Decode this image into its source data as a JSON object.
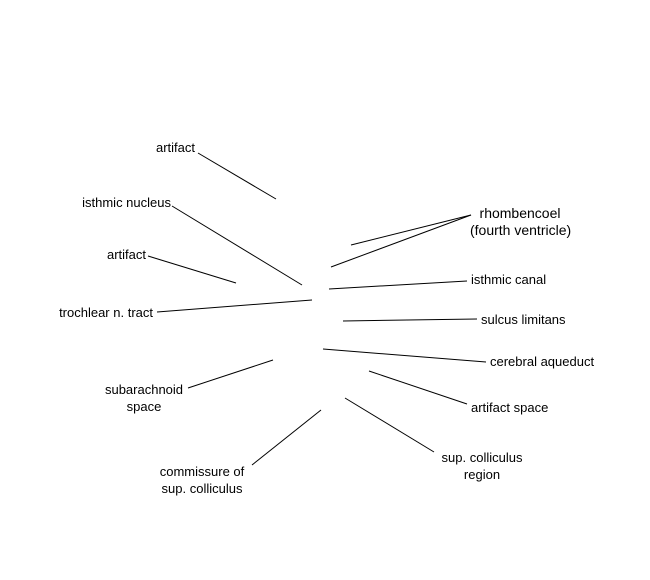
{
  "labels": {
    "artifact_top": "artifact",
    "isthmic_nucleus": "isthmic nucleus",
    "artifact_mid": "artifact",
    "trochlear_tract": "trochlear n. tract",
    "subarachnoid_1": "subarachnoid",
    "subarachnoid_2": "space",
    "commissure_1": "commissure of",
    "commissure_2": "sup. colliculus",
    "rhombencoel_1": "rhombencoel",
    "rhombencoel_2": "(fourth ventricle)",
    "isthmic_canal": "isthmic canal",
    "sulcus_limitans": "sulcus limitans",
    "cerebral_aqueduct": "cerebral aqueduct",
    "artifact_space": "artifact space",
    "sup_colliculus_1": "sup. colliculus",
    "sup_colliculus_2": "region"
  },
  "colors": {
    "line": "#000000",
    "text": "#000000",
    "background": "#ffffff"
  }
}
